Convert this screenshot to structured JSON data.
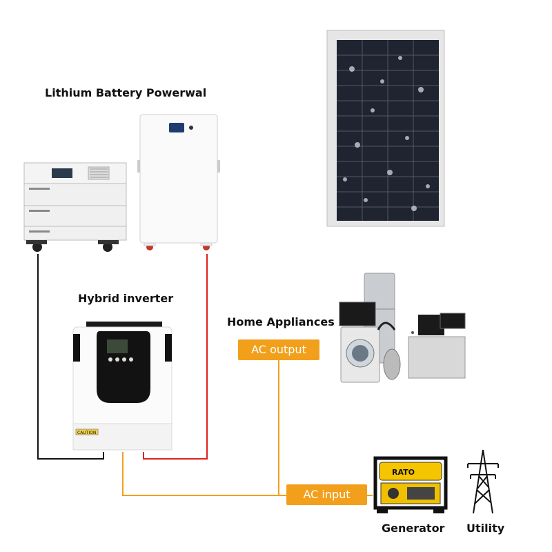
{
  "labels": {
    "battery": "Lithium Battery Powerwal",
    "inverter": "Hybrid inverter",
    "appliances": "Home Appliances",
    "generator": "Generator",
    "utility": "Utility"
  },
  "tags": {
    "ac_output": "AC output",
    "ac_input": "AC input"
  },
  "device_text": {
    "generator_brand": "RATO",
    "inverter_caution": "CAUTION"
  },
  "colors": {
    "ac_line": "#f2a01c",
    "dc_positive": "#e02020",
    "dc_negative": "#111111",
    "tag_bg": "#f2a01c"
  }
}
